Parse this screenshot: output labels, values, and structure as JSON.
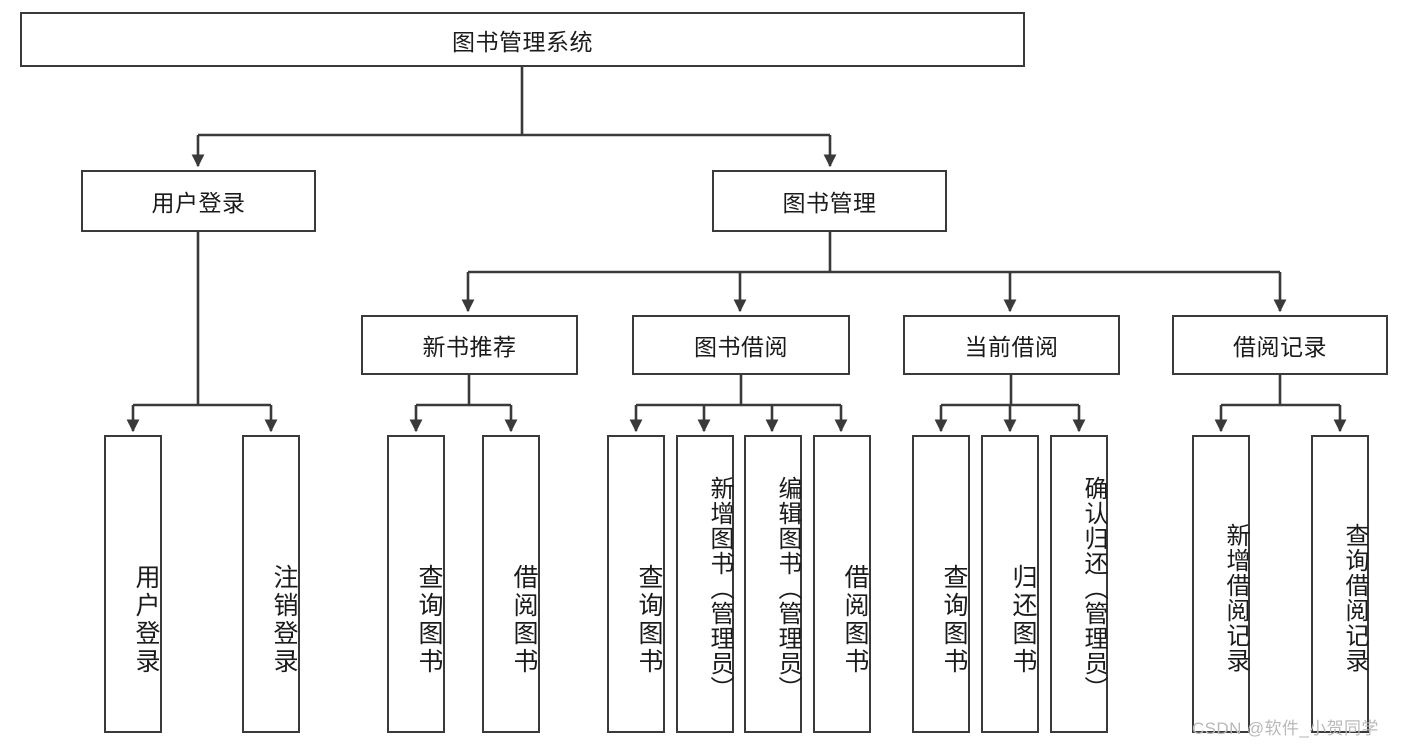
{
  "diagram": {
    "title": "图书管理系统",
    "type": "tree-hierarchy",
    "watermark": "CSDN @软件_小贺同学",
    "colors": {
      "border": "#3a3a3a",
      "text": "#1b1b1b",
      "background": "#ffffff",
      "edge": "#3a3a3a",
      "watermark": "#b9b9b9"
    },
    "root": {
      "label": "图书管理系统"
    },
    "level2": [
      {
        "id": "user-login",
        "label": "用户登录"
      },
      {
        "id": "book-manage",
        "label": "图书管理"
      }
    ],
    "level3": [
      {
        "id": "new-book-recommend",
        "label": "新书推荐"
      },
      {
        "id": "book-borrow",
        "label": "图书借阅"
      },
      {
        "id": "current-borrow",
        "label": "当前借阅"
      },
      {
        "id": "borrow-record",
        "label": "借阅记录"
      }
    ],
    "leaves": {
      "user_login": [
        {
          "id": "leaf-user-login",
          "label": "用户登录"
        },
        {
          "id": "leaf-logout",
          "label": "注销登录"
        }
      ],
      "new_book_recommend": [
        {
          "id": "leaf-query-book-1",
          "label": "查询图书"
        },
        {
          "id": "leaf-borrow-book-1",
          "label": "借阅图书"
        }
      ],
      "book_borrow": [
        {
          "id": "leaf-query-book-2",
          "label": "查询图书"
        },
        {
          "id": "leaf-add-book",
          "label": "新增图书（管理员）"
        },
        {
          "id": "leaf-edit-book",
          "label": "编辑图书（管理员）"
        },
        {
          "id": "leaf-borrow-book-2",
          "label": "借阅图书"
        }
      ],
      "current_borrow": [
        {
          "id": "leaf-query-book-3",
          "label": "查询图书"
        },
        {
          "id": "leaf-return-book",
          "label": "归还图书"
        },
        {
          "id": "leaf-confirm-return",
          "label": "确认归还（管理员）"
        }
      ],
      "borrow_record": [
        {
          "id": "leaf-add-record",
          "label": "新增借阅记录"
        },
        {
          "id": "leaf-query-record",
          "label": "查询借阅记录"
        }
      ]
    }
  }
}
